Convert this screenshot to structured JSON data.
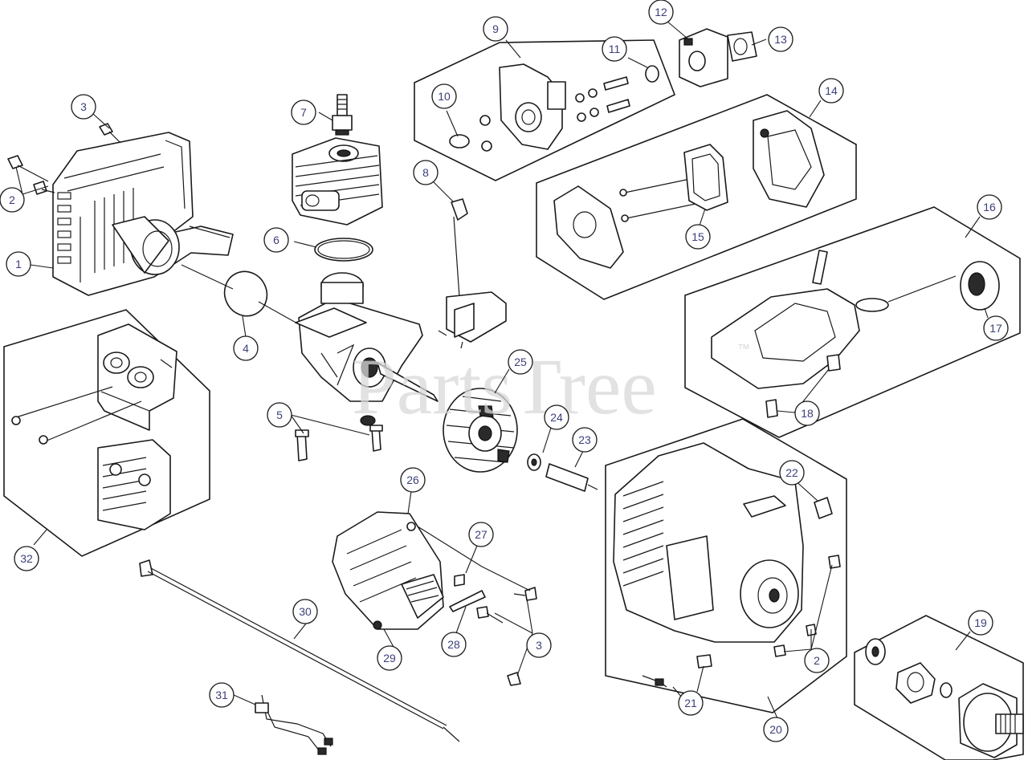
{
  "watermark": {
    "text": "PartsTree",
    "mark": "™"
  },
  "callouts": [
    {
      "id": "c1",
      "label": "1"
    },
    {
      "id": "c2a",
      "label": "2"
    },
    {
      "id": "c3a",
      "label": "3"
    },
    {
      "id": "c4",
      "label": "4"
    },
    {
      "id": "c5",
      "label": "5"
    },
    {
      "id": "c6",
      "label": "6"
    },
    {
      "id": "c7",
      "label": "7"
    },
    {
      "id": "c8",
      "label": "8"
    },
    {
      "id": "c9",
      "label": "9"
    },
    {
      "id": "c10",
      "label": "10"
    },
    {
      "id": "c11",
      "label": "11"
    },
    {
      "id": "c12",
      "label": "12"
    },
    {
      "id": "c13",
      "label": "13"
    },
    {
      "id": "c14",
      "label": "14"
    },
    {
      "id": "c15",
      "label": "15"
    },
    {
      "id": "c16",
      "label": "16"
    },
    {
      "id": "c17",
      "label": "17"
    },
    {
      "id": "c18",
      "label": "18"
    },
    {
      "id": "c19",
      "label": "19"
    },
    {
      "id": "c20",
      "label": "20"
    },
    {
      "id": "c21",
      "label": "21"
    },
    {
      "id": "c22",
      "label": "22"
    },
    {
      "id": "c23",
      "label": "23"
    },
    {
      "id": "c24",
      "label": "24"
    },
    {
      "id": "c25",
      "label": "25"
    },
    {
      "id": "c26",
      "label": "26"
    },
    {
      "id": "c27",
      "label": "27"
    },
    {
      "id": "c28",
      "label": "28"
    },
    {
      "id": "c29",
      "label": "29"
    },
    {
      "id": "c30",
      "label": "30"
    },
    {
      "id": "c31",
      "label": "31"
    },
    {
      "id": "c32",
      "label": "32"
    },
    {
      "id": "c3b",
      "label": "3"
    },
    {
      "id": "c2b",
      "label": "2"
    }
  ]
}
